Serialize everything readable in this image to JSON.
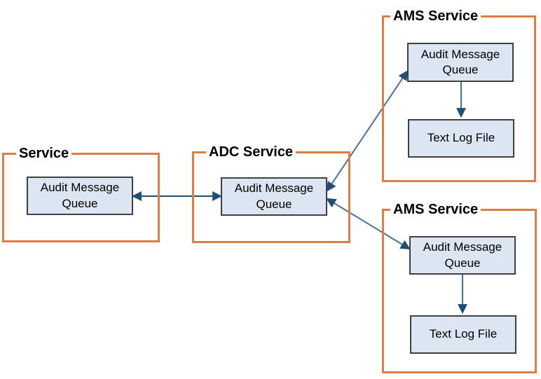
{
  "colors": {
    "group_border": "#DD7E45",
    "node_fill": "#DCE6F2",
    "node_border": "#404040",
    "arrow_dark": "#1F4E79",
    "arrow_light": "#41719C",
    "background": "#FFFFFF",
    "text": "#000000"
  },
  "groups": [
    {
      "title": "Service",
      "nodes": [
        {
          "label": "Audit Message Queue"
        }
      ]
    },
    {
      "title": "ADC Service",
      "nodes": [
        {
          "label": "Audit Message Queue"
        }
      ]
    },
    {
      "title": "AMS Service",
      "nodes": [
        {
          "label": "Audit Message Queue"
        },
        {
          "label": "Text Log File"
        }
      ]
    },
    {
      "title": "AMS Service",
      "nodes": [
        {
          "label": "Audit Message Queue"
        },
        {
          "label": "Text Log File"
        }
      ]
    }
  ],
  "connections": [
    {
      "from": "Service / Audit Message Queue",
      "to": "ADC Service / Audit Message Queue",
      "direction": "bidirectional"
    },
    {
      "from": "ADC Service / Audit Message Queue",
      "to": "AMS Service (top) / Audit Message Queue",
      "direction": "bidirectional"
    },
    {
      "from": "ADC Service / Audit Message Queue",
      "to": "AMS Service (bottom) / Audit Message Queue",
      "direction": "bidirectional"
    },
    {
      "from": "AMS Service (top) / Audit Message Queue",
      "to": "AMS Service (top) / Text Log File",
      "direction": "unidirectional"
    },
    {
      "from": "AMS Service (bottom) / Audit Message Queue",
      "to": "AMS Service (bottom) / Text Log File",
      "direction": "unidirectional"
    }
  ]
}
